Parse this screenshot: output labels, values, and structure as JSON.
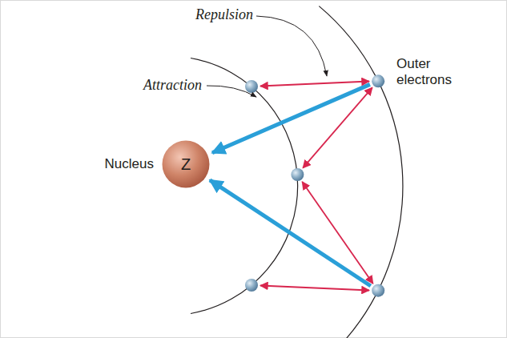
{
  "diagram": {
    "nodes": [
      {
        "text": [
          "Nucleus",
          "Z"
        ]
      }
    ],
    "labels": [
      "Repulsion",
      "Attraction",
      "Outer electrons"
    ]
  }
}
